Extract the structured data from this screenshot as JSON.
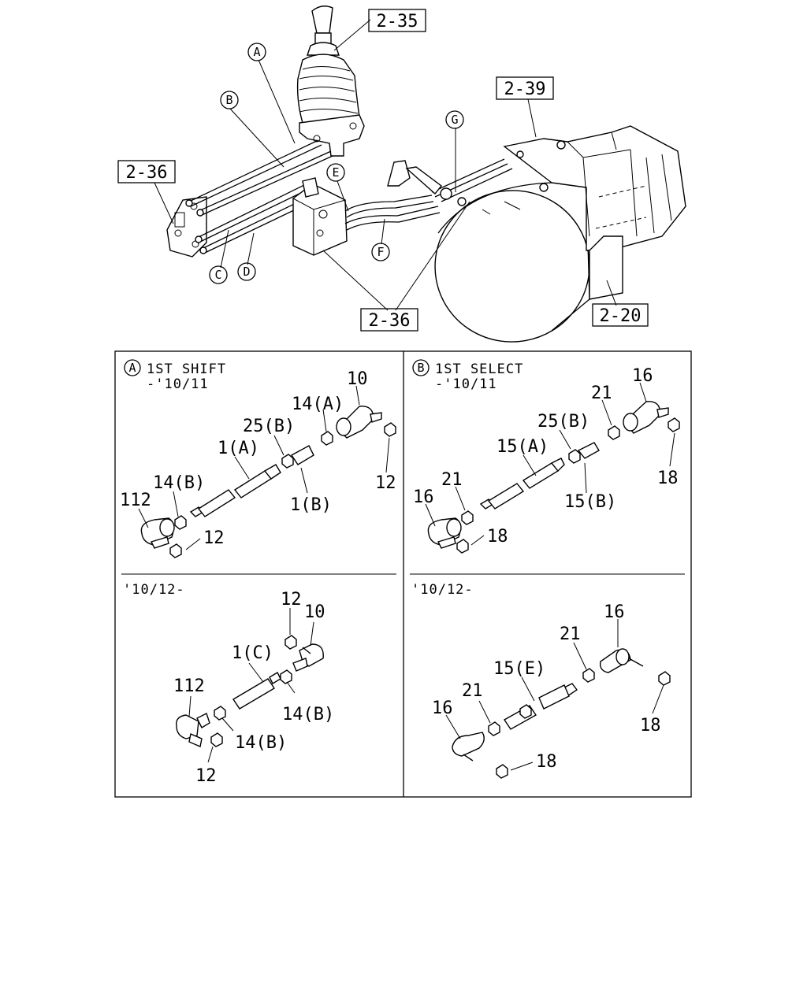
{
  "overview": {
    "refs": {
      "r235": "2-35",
      "r239": "2-39",
      "r236_left": "2-36",
      "r236_bottom": "2-36",
      "r220": "2-20"
    },
    "circle_labels": {
      "a": "A",
      "b": "B",
      "c": "C",
      "d": "D",
      "e": "E",
      "f": "F",
      "g": "G"
    }
  },
  "panel_a_top": {
    "badge": "A",
    "title": "1ST SHIFT",
    "period": "-'10/11",
    "labels": {
      "p10": "10",
      "p14a": "14(A)",
      "p25b": "25(B)",
      "p1a": "1(A)",
      "p1b": "1(B)",
      "p12_right": "12",
      "p14b": "14(B)",
      "p112": "112",
      "p12_bottom": "12"
    }
  },
  "panel_b_top": {
    "badge": "B",
    "title": "1ST SELECT",
    "period": "-'10/11",
    "labels": {
      "p16_right": "16",
      "p21_right": "21",
      "p25b": "25(B)",
      "p15a": "15(A)",
      "p15b": "15(B)",
      "p18_right": "18",
      "p21_left": "21",
      "p16_left": "16",
      "p18_bottom": "18"
    }
  },
  "panel_a_bottom": {
    "period": "'10/12-",
    "labels": {
      "p12_top": "12",
      "p10": "10",
      "p1c": "1(C)",
      "p112": "112",
      "p14b_right": "14(B)",
      "p14b_bottom": "14(B)",
      "p12_bottom": "12"
    }
  },
  "panel_b_bottom": {
    "period": "'10/12-",
    "labels": {
      "p16_right": "16",
      "p21_right": "21",
      "p15e": "15(E)",
      "p21_left": "21",
      "p16_left": "16",
      "p18_right": "18",
      "p18_bottom": "18"
    }
  }
}
